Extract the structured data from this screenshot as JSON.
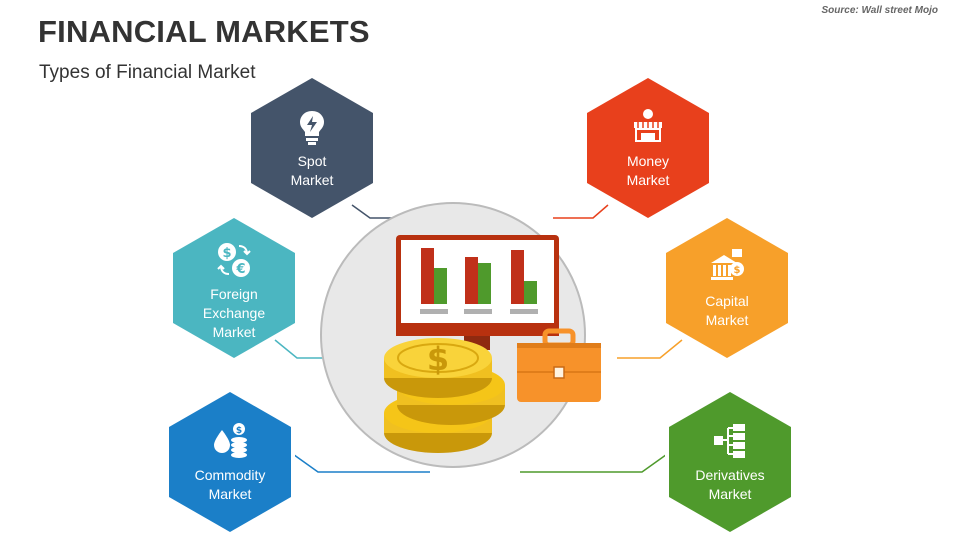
{
  "header": {
    "title": "FINANCIAL MARKETS",
    "subtitle": "Types of Financial Market",
    "source": "Source: Wall street Mojo"
  },
  "markets": [
    {
      "line1": "Spot",
      "line2": "",
      "line3": "Market",
      "color": "#44546a",
      "icon": "lightbulb-icon"
    },
    {
      "line1": "Money",
      "line2": "",
      "line3": "Market",
      "color": "#e8401c",
      "icon": "market-stall-icon"
    },
    {
      "line1": "Foreign",
      "line2": "Exchange",
      "line3": "Market",
      "color": "#4bb6c1",
      "icon": "currency-exchange-icon"
    },
    {
      "line1": "Capital",
      "line2": "",
      "line3": "Market",
      "color": "#f7a02a",
      "icon": "bank-money-icon"
    },
    {
      "line1": "Commodity",
      "line2": "",
      "line3": "Market",
      "color": "#1b7fc8",
      "icon": "oil-coins-icon"
    },
    {
      "line1": "Derivatives",
      "line2": "",
      "line3": "Market",
      "color": "#4f9a2c",
      "icon": "hierarchy-icon"
    }
  ],
  "colors": {
    "circle_bg": "#e8e8e8",
    "monitor_frame": "#b8310f",
    "bar_red": "#c0301a",
    "bar_green": "#4f9a2c",
    "coin": "#f5c518",
    "briefcase": "#f7922a"
  },
  "center_icons": [
    "monitor-chart-icon",
    "coin-stack-icon",
    "dollar-icon",
    "briefcase-icon"
  ]
}
